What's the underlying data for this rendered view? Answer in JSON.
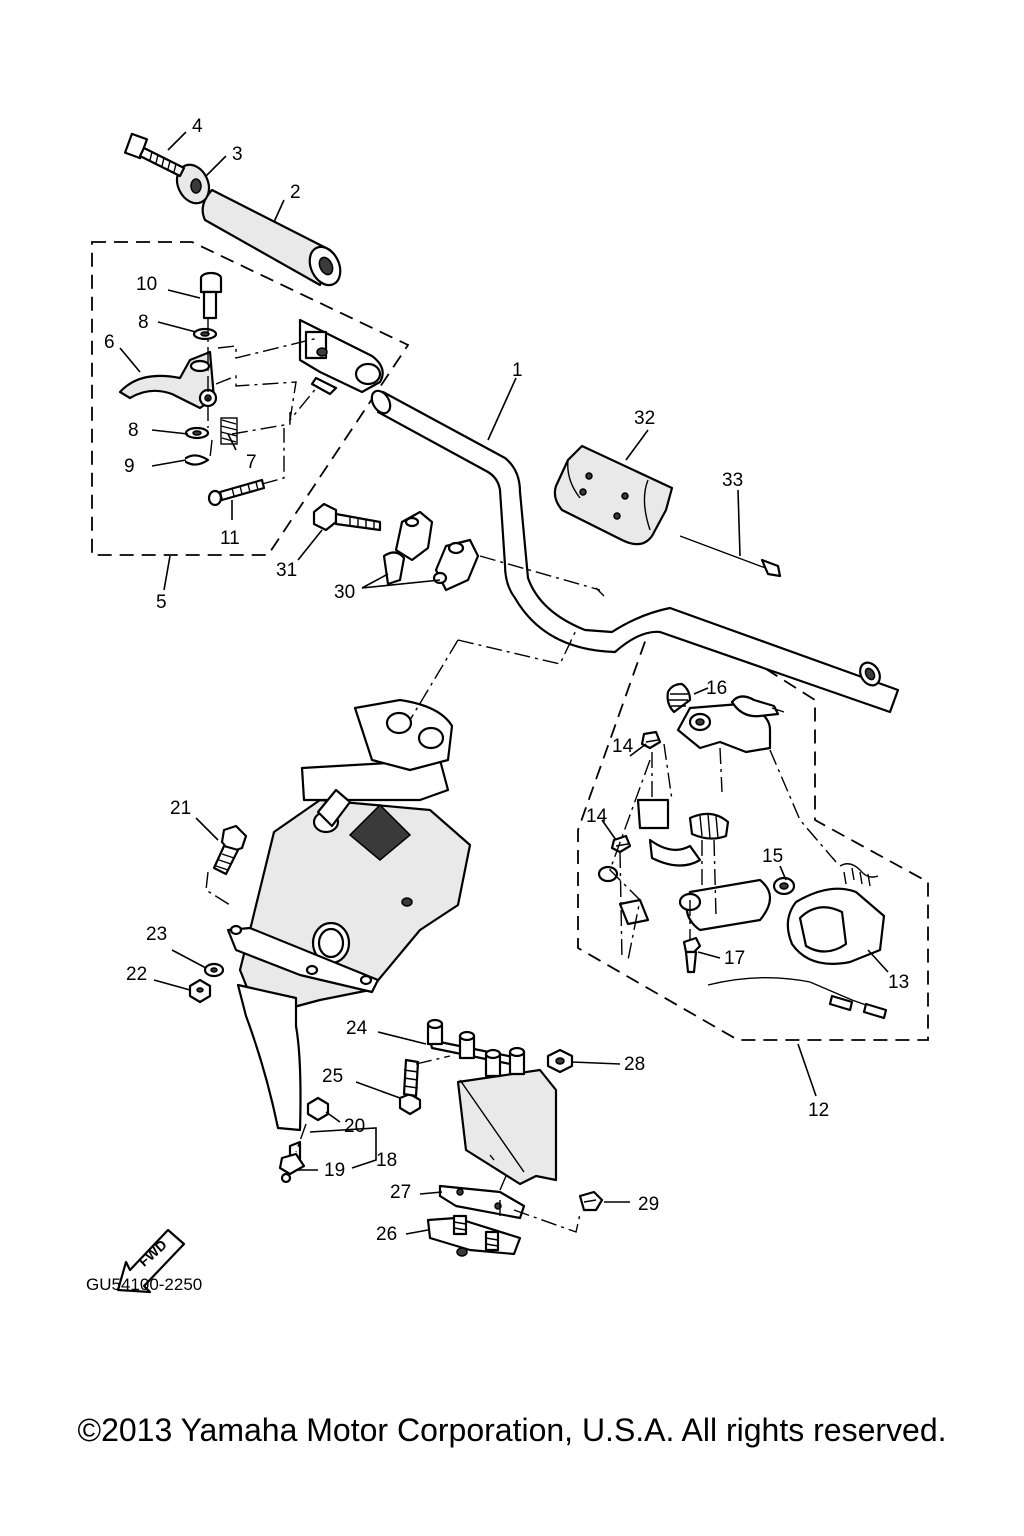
{
  "diagram": {
    "code": "GU54100-2250",
    "fwd_label": "FWD",
    "callouts": {
      "c1": "1",
      "c2": "2",
      "c3": "3",
      "c4": "4",
      "c5": "5",
      "c6": "6",
      "c7": "7",
      "c8a": "8",
      "c8b": "8",
      "c9": "9",
      "c10": "10",
      "c11": "11",
      "c12": "12",
      "c13": "13",
      "c14a": "14",
      "c14b": "14",
      "c15": "15",
      "c16": "16",
      "c17": "17",
      "c18": "18",
      "c19": "19",
      "c20": "20",
      "c21": "21",
      "c22": "22",
      "c23": "23",
      "c24": "24",
      "c25": "25",
      "c26": "26",
      "c27": "27",
      "c28": "28",
      "c29": "29",
      "c30": "30",
      "c31": "31",
      "c32": "32",
      "c33": "33"
    }
  },
  "footer": {
    "copyright": "©2013 Yamaha Motor Corporation, U.S.A. All rights reserved."
  }
}
